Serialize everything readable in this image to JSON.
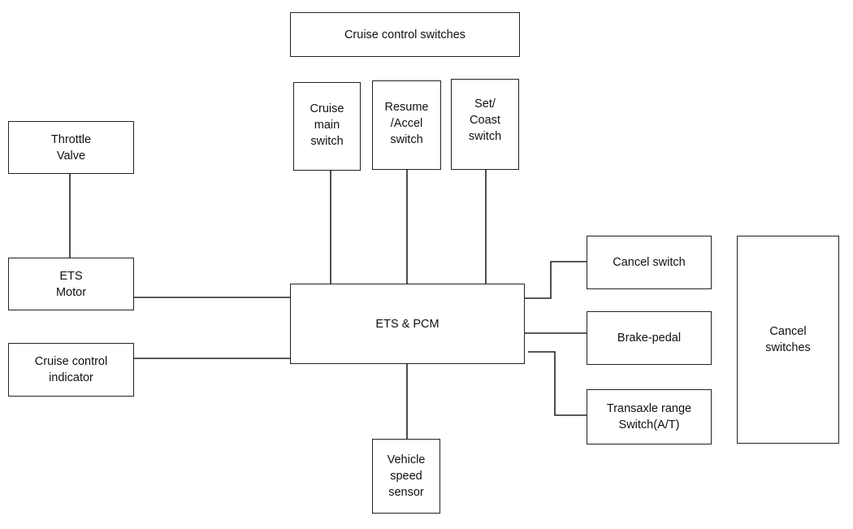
{
  "diagram": {
    "title_box": "Cruise control switches",
    "cruise_main_switch": "Cruise\nmain\nswitch",
    "resume_accel_switch": "Resume\n/Accel\nswitch",
    "set_coast_switch": "Set/\nCoast\nswitch",
    "throttle_valve": "Throttle\nValve",
    "ets_motor": "ETS\nMotor",
    "cruise_control_indicator": "Cruise control\nindicator",
    "ets_pcm": "ETS & PCM",
    "vehicle_speed_sensor": "Vehicle\nspeed\nsensor",
    "cancel_switch": "Cancel switch",
    "brake_pedal": "Brake-pedal",
    "transaxle_range_switch": "Transaxle range\nSwitch(A/T)",
    "cancel_switches_group": "Cancel\nswitches"
  }
}
